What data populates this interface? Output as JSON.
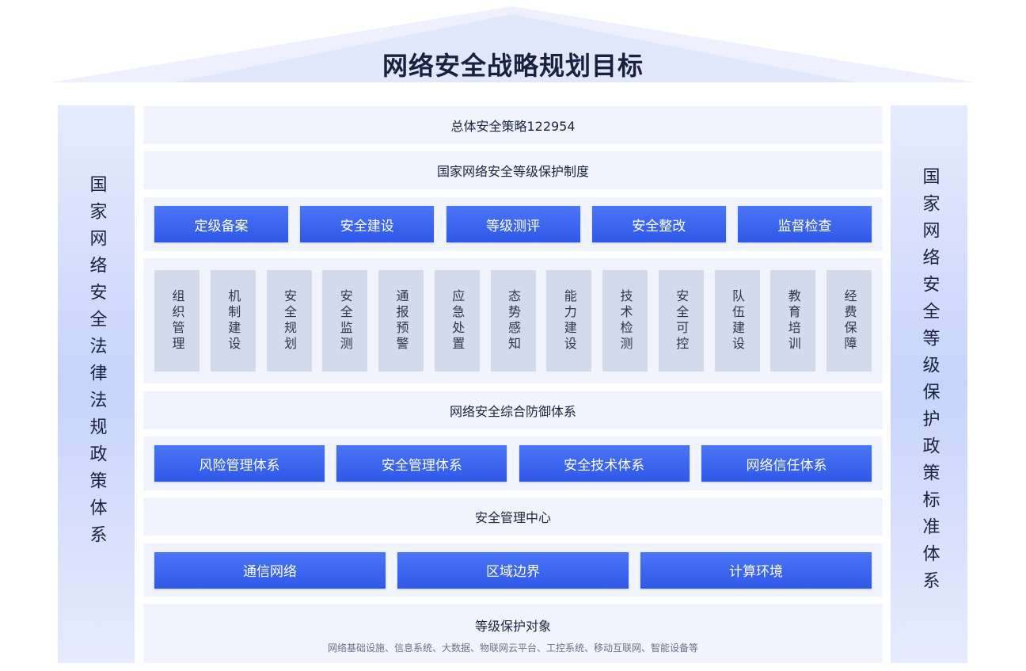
{
  "title": "网络安全战略规划目标",
  "left_pillar": "国家网络安全法律法规政策体系",
  "right_pillar": "国家网络安全等级保护政策标准体系",
  "strategy_bar": "总体安全策略122954",
  "protection_system_bar": "国家网络安全等级保护制度",
  "stage_buttons": [
    "定级备案",
    "安全建设",
    "等级测评",
    "安全整改",
    "监督检查"
  ],
  "capability_cells": [
    "组织管理",
    "机制建设",
    "安全规划",
    "安全监测",
    "通报预警",
    "应急处置",
    "态势感知",
    "能力建设",
    "技术检测",
    "安全可控",
    "队伍建设",
    "教育培训",
    "经费保障"
  ],
  "defense_bar": "网络安全综合防御体系",
  "system_buttons": [
    "风险管理体系",
    "安全管理体系",
    "安全技术体系",
    "网络信任体系"
  ],
  "management_center_bar": "安全管理中心",
  "infrastructure_buttons": [
    "通信网络",
    "区域边界",
    "计算环境"
  ],
  "protected_objects": {
    "title": "等级保护对象",
    "subtitle": "网络基础设施、信息系统、大数据、物联网云平台、工控系统、移动互联网、智能设备等"
  },
  "colors": {
    "accent_blue": "#3a63ee",
    "pillar_blue": "#c8d3fb",
    "row_background": "#f1f4fc",
    "cell_background": "#d3daeb"
  }
}
